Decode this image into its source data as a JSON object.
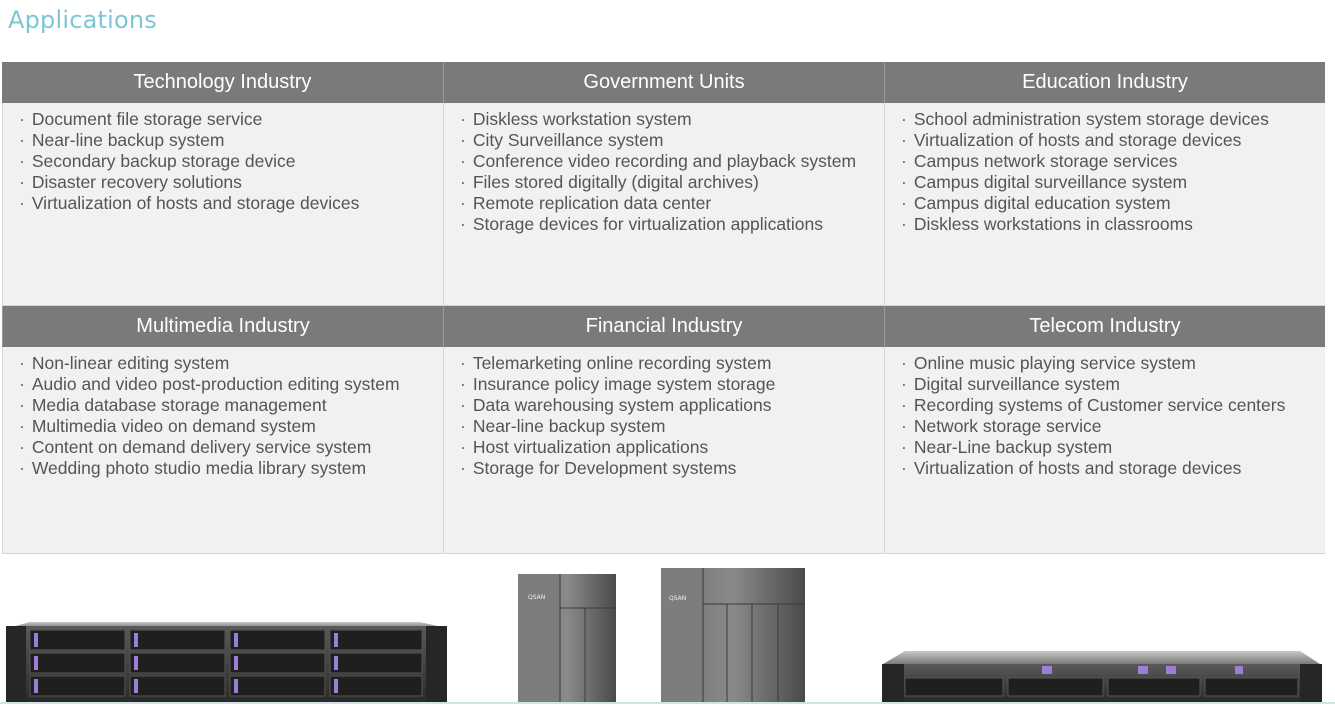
{
  "page": {
    "title": "Applications"
  },
  "industries": [
    {
      "name": "Technology Industry",
      "items": [
        "Document file storage service",
        "Near-line backup system",
        "Secondary backup storage device",
        "Disaster recovery solutions",
        "Virtualization of hosts and storage devices"
      ]
    },
    {
      "name": "Government Units",
      "items": [
        "Diskless workstation system",
        "City Surveillance system",
        "Conference video recording and playback system",
        "Files stored digitally (digital archives)",
        "Remote replication data center",
        "Storage devices for virtualization applications"
      ]
    },
    {
      "name": "Education Industry",
      "items": [
        "School administration system storage devices",
        "Virtualization of hosts and storage devices",
        "Campus network storage services",
        "Campus digital surveillance system",
        "Campus digital education system",
        "Diskless workstations in classrooms"
      ]
    },
    {
      "name": "Multimedia Industry",
      "items": [
        "Non-linear editing system",
        "Audio and video post-production editing system",
        "Media database storage management",
        "Multimedia video on demand system",
        "Content on demand delivery service system",
        "Wedding photo studio media library system"
      ]
    },
    {
      "name": "Financial Industry",
      "items": [
        "Telemarketing online recording system",
        "Insurance policy image system storage",
        "Data warehousing system applications",
        "Near-line backup system",
        "Host virtualization applications",
        "Storage for Development systems"
      ]
    },
    {
      "name": "Telecom Industry",
      "items": [
        "Online music playing service system",
        "Digital surveillance system",
        "Recording systems of Customer service centers",
        "Network storage service",
        "Near-Line backup system",
        "Virtualization of hosts and storage devices"
      ]
    }
  ],
  "products": {
    "brand": "QSAN",
    "accent": "#9b7fd6"
  }
}
